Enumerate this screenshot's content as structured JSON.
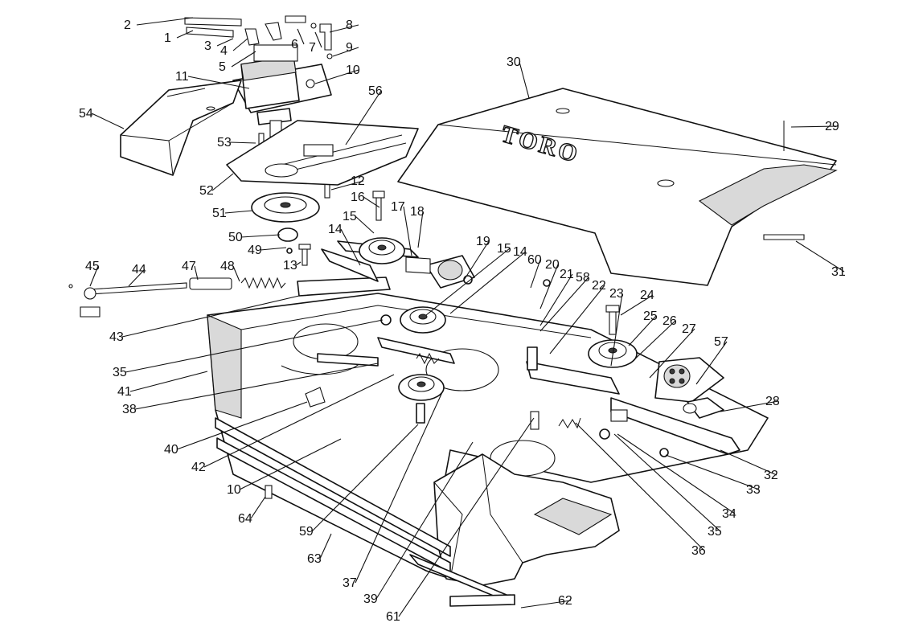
{
  "figure": {
    "type": "exploded-parts-diagram",
    "brand_text": "TORO",
    "callouts": [
      "1",
      "2",
      "3",
      "4",
      "5",
      "6",
      "7",
      "8",
      "9",
      "10",
      "11",
      "54",
      "56",
      "30",
      "29",
      "53",
      "52",
      "12",
      "16",
      "17",
      "18",
      "15",
      "51",
      "50",
      "14",
      "49",
      "13",
      "45",
      "44",
      "47",
      "48",
      "19",
      "15",
      "14",
      "60",
      "20",
      "21",
      "58",
      "22",
      "23",
      "24",
      "25",
      "26",
      "27",
      "57",
      "28",
      "43",
      "35",
      "41",
      "38",
      "40",
      "42",
      "10",
      "64",
      "59",
      "63",
      "37",
      "39",
      "61",
      "62",
      "36",
      "35",
      "34",
      "33",
      "32",
      "31"
    ]
  }
}
